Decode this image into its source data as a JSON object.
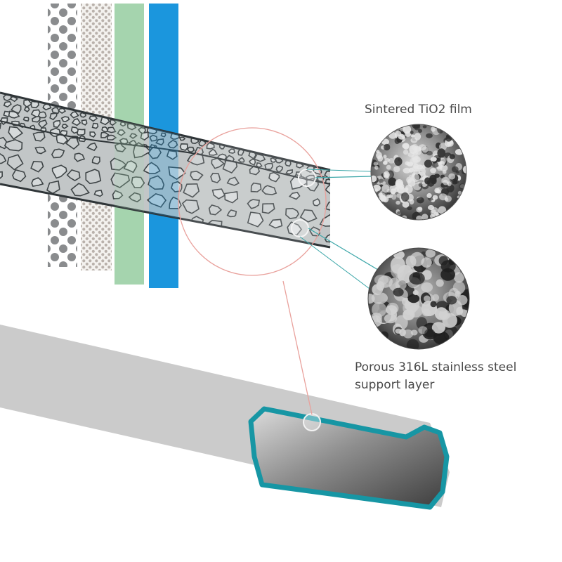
{
  "labels": {
    "film": "Sintered TiO2 film",
    "steel_line1": "Porous 316L stainless steel",
    "steel_line2": "support layer"
  },
  "colors": {
    "green_layer": "#a5d4ae",
    "blue_layer": "#1b96dd",
    "tube_body": "#cbcbcb",
    "tube_rim": "#1796a4",
    "pointer_line": "#3ba6a8",
    "magnifier_ring": "#e9a19c",
    "section_fill": "#c2c6c7",
    "grain_outline": "#3e4446"
  }
}
